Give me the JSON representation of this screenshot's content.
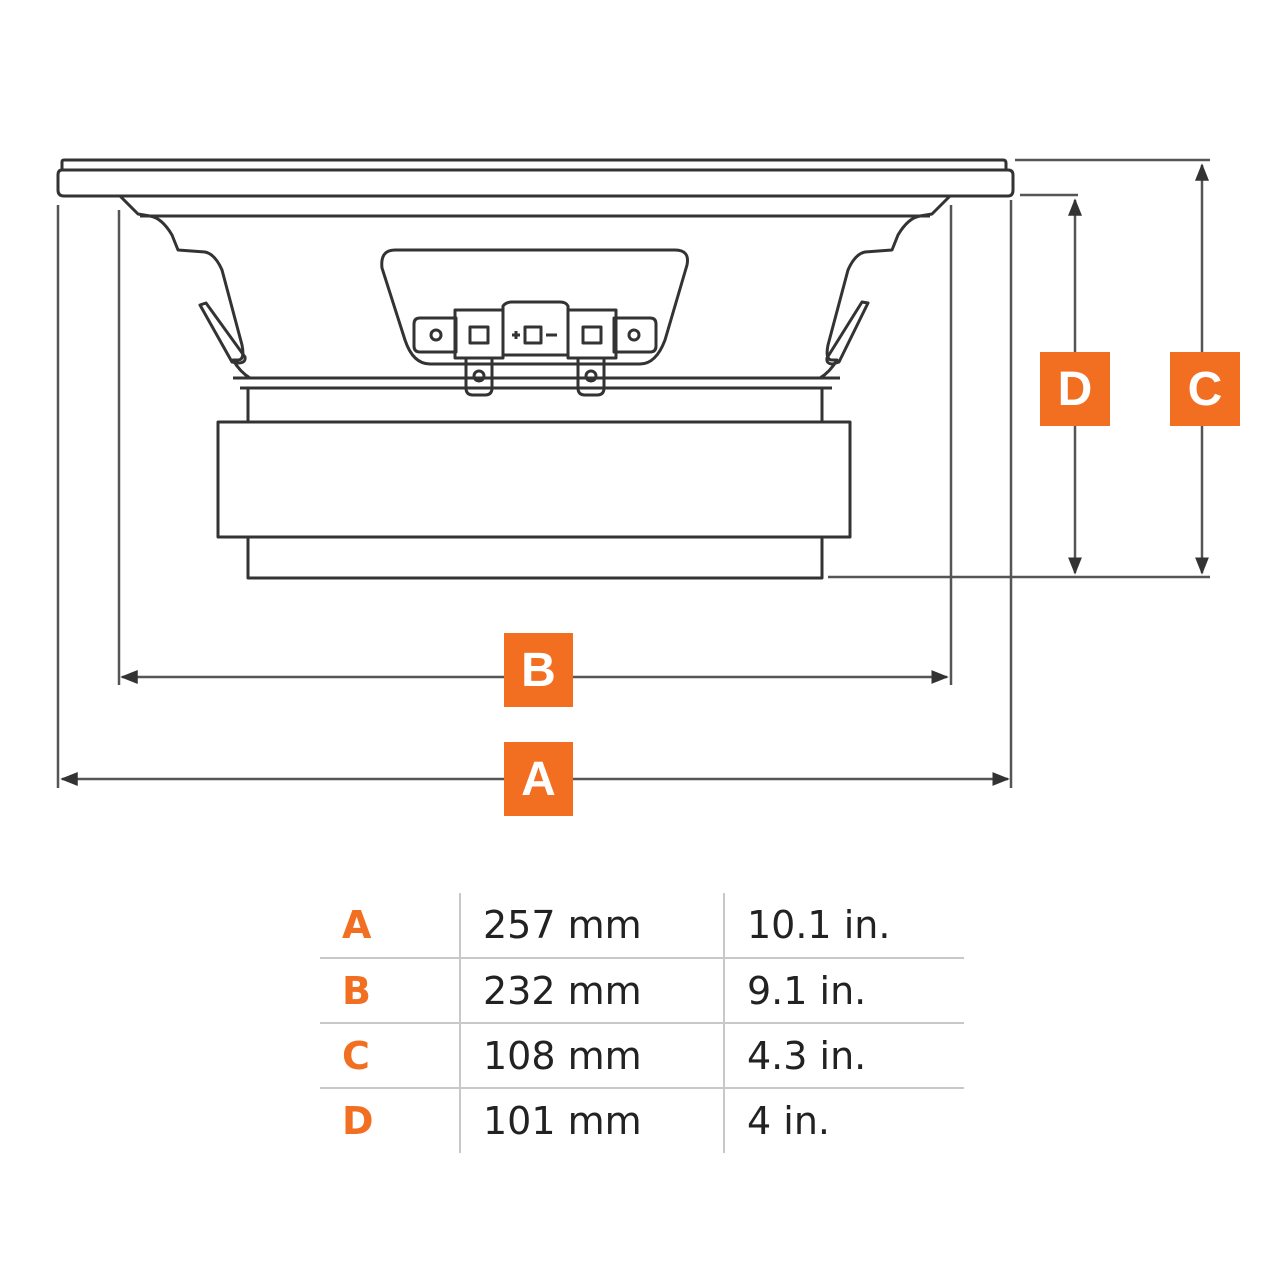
{
  "diagram": {
    "subject": "speaker-side-profile",
    "accent_color": "#f26f21",
    "line_color": "#333333",
    "terminal_marks": {
      "plus": "+",
      "minus": "−"
    },
    "labels": {
      "A": "A",
      "B": "B",
      "C": "C",
      "D": "D"
    }
  },
  "dimensions_table": {
    "rows": [
      {
        "key": "A",
        "mm": "257 mm",
        "inches": "10.1 in."
      },
      {
        "key": "B",
        "mm": "232 mm",
        "inches": "9.1 in."
      },
      {
        "key": "C",
        "mm": "108 mm",
        "inches": "4.3 in."
      },
      {
        "key": "D",
        "mm": "101 mm",
        "inches": "4 in."
      }
    ]
  }
}
